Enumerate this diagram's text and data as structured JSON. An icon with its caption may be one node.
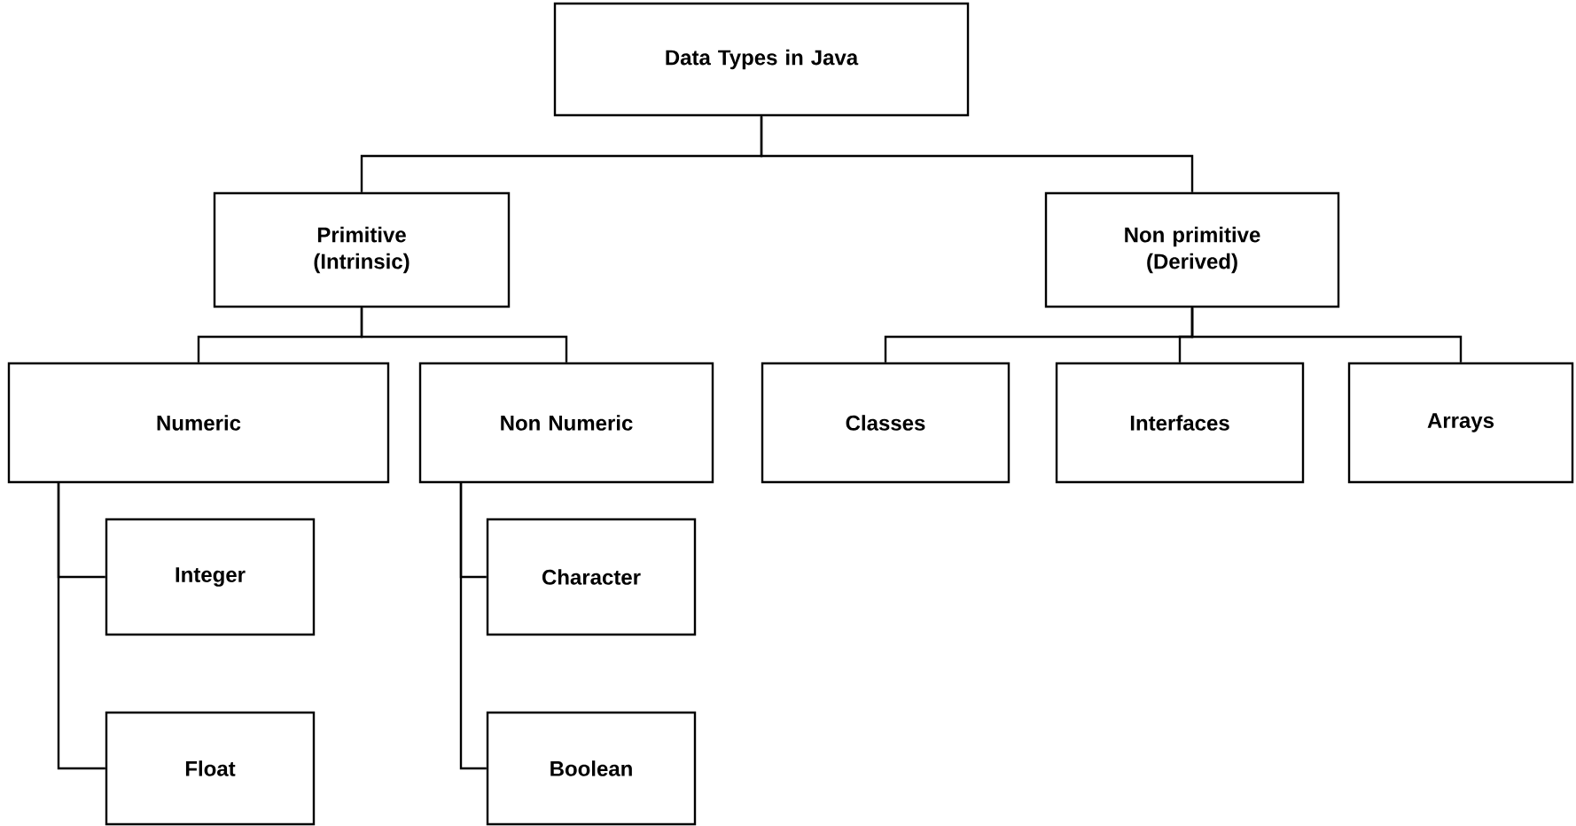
{
  "diagram": {
    "nodes": [
      {
        "text": [
          "Data Types in Java"
        ]
      },
      {
        "text": [
          "Primitive (Intrinsic)"
        ]
      },
      {
        "text": [
          "Non primitive (Derived)"
        ]
      },
      {
        "text": [
          "Numeric"
        ]
      },
      {
        "text": [
          "Non Numeric"
        ]
      },
      {
        "text": [
          "Classes"
        ]
      },
      {
        "text": [
          "Interfaces"
        ]
      },
      {
        "text": [
          "Arrays"
        ]
      },
      {
        "text": [
          "Integer"
        ]
      },
      {
        "text": [
          "Float"
        ]
      },
      {
        "text": [
          "Character"
        ]
      },
      {
        "text": [
          "Boolean"
        ]
      }
    ],
    "edges": [
      {
        "from": 0,
        "to": 1,
        "arrow": "none"
      },
      {
        "from": 0,
        "to": 2,
        "arrow": "none"
      },
      {
        "from": 1,
        "to": 3,
        "arrow": "none"
      },
      {
        "from": 1,
        "to": 4,
        "arrow": "none"
      },
      {
        "from": 2,
        "to": 5,
        "arrow": "none"
      },
      {
        "from": 2,
        "to": 6,
        "arrow": "none"
      },
      {
        "from": 2,
        "to": 7,
        "arrow": "none"
      },
      {
        "from": 3,
        "to": 8,
        "arrow": "none"
      },
      {
        "from": 3,
        "to": 9,
        "arrow": "none"
      },
      {
        "from": 4,
        "to": 10,
        "arrow": "none"
      },
      {
        "from": 4,
        "to": 11,
        "arrow": "none"
      }
    ]
  }
}
